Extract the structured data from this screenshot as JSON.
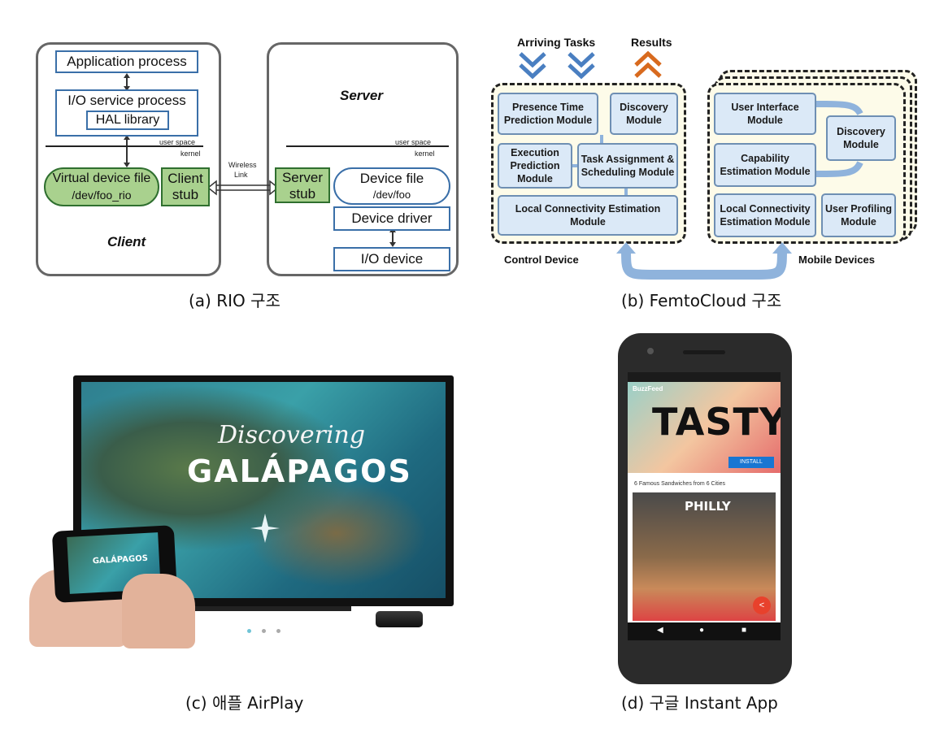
{
  "rio": {
    "app_process": "Application process",
    "io_service": "I/O service process",
    "hal_library": "HAL library",
    "user_space_left": "user space",
    "kernel_left": "kernel",
    "virtual_device_file": "Virtual device file",
    "virtual_device_path": "/dev/foo_rio",
    "client_stub_1": "Client",
    "client_stub_2": "stub",
    "client_label": "Client",
    "wireless_1": "Wireless",
    "wireless_2": "Link",
    "server_label": "Server",
    "user_space_right": "user space",
    "kernel_right": "kernel",
    "server_stub_1": "Server",
    "server_stub_2": "stub",
    "device_file": "Device file",
    "device_path": "/dev/foo",
    "device_driver": "Device driver",
    "io_device": "I/O device"
  },
  "femto": {
    "arriving_tasks": "Arriving Tasks",
    "results": "Results",
    "presence": "Presence Time Prediction Module",
    "discovery_left": "Discovery Module",
    "execution": "Execution Prediction Module",
    "task_assign": "Task Assignment & Scheduling Module",
    "local_conn_left": "Local Connectivity Estimation Module",
    "control_device": "Control Device",
    "user_interface": "User Interface Module",
    "discovery_right": "Discovery Module",
    "capability": "Capability Estimation Module",
    "local_conn_right": "Local Connectivity Estimation Module",
    "user_profiling": "User Profiling Module",
    "mobile_devices": "Mobile Devices",
    "colors": {
      "module_fill": "#dbe9f7",
      "arrow_blue": "#4a7fc1",
      "arrow_orange": "#d86a1e"
    }
  },
  "airplay": {
    "tv_title_script": "Discovering",
    "tv_title": "GALÁPAGOS",
    "phone_title": "GALÁPAGOS"
  },
  "instant": {
    "brand": "BuzzFeed",
    "hero": "TASTY",
    "install_button": "INSTALL",
    "article": "6 Famous Sandwiches from 6 Cities",
    "card_title": "PHILLY"
  },
  "captions": {
    "a": "(a) RIO 구조",
    "b": "(b) FemtoCloud 구조",
    "c": "(c) 애플 AirPlay",
    "d": "(d) 구글 Instant App"
  }
}
